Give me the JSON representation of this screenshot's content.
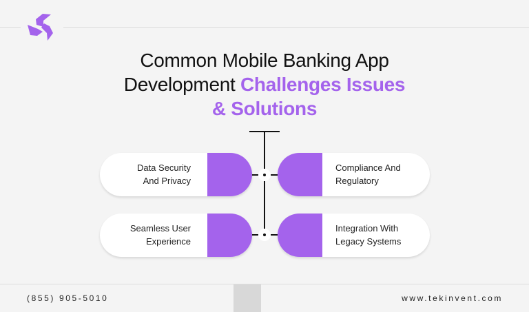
{
  "title": {
    "line1": "Common Mobile Banking App",
    "line2_plain": "Development ",
    "line2_accent": "Challenges Issues",
    "line3_accent": "& Solutions"
  },
  "items": [
    {
      "line1": "Data Security",
      "line2": "And Privacy"
    },
    {
      "line1": "Compliance And",
      "line2": "Regulatory"
    },
    {
      "line1": "Seamless User",
      "line2": "Experience"
    },
    {
      "line1": "Integration With",
      "line2": "Legacy Systems"
    }
  ],
  "footer": {
    "phone": "(855) 905-5010",
    "website": "www.tekinvent.com"
  },
  "colors": {
    "accent": "#a463ec",
    "background": "#f4f4f4"
  }
}
